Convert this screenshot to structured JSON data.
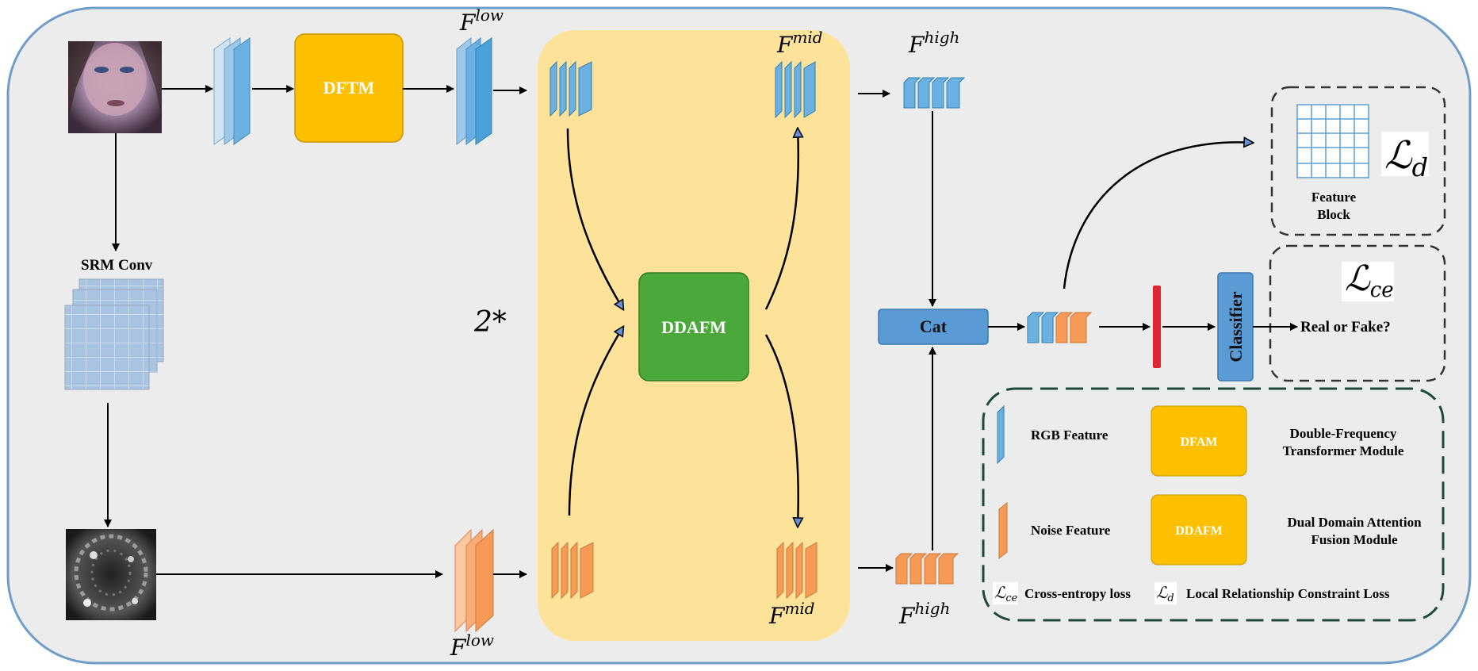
{
  "modules": {
    "dftm": "DFTM",
    "ddafm": "DDAFM",
    "cat": "Cat",
    "classifier": "Classifier"
  },
  "labels": {
    "srm_conv": "SRM Conv",
    "repeat": "2*",
    "real_or_fake": "Real or Fake?",
    "feature_block_line1": "Feature",
    "feature_block_line2": "Block"
  },
  "features": {
    "F_base": "F",
    "low": "low",
    "mid": "mid",
    "high": "high"
  },
  "losses": {
    "L": "ℒ",
    "d": "d",
    "ce": "ce"
  },
  "legend": {
    "rgb_feature": "RGB Feature",
    "noise_feature": "Noise Feature",
    "dfam_box": "DFAM",
    "dfam_desc_1": "Double-Frequency",
    "dfam_desc_2": "Transformer Module",
    "ddafm_box": "DDAFM",
    "ddafm_desc_1": "Dual Domain Attention",
    "ddafm_desc_2": "Fusion Module",
    "ce_text": "Cross-entropy loss",
    "d_text": "Local Relationship Constraint Loss"
  },
  "colors": {
    "background": "#ececec",
    "frame": "#6f9cc8",
    "rgb_blue": "#6ab0e0",
    "noise_orange": "#f79a55",
    "dftm_yellow": "#fcc000",
    "ddafm_green": "#4aa93a",
    "panel_yellow": "#fde39a",
    "cat_blue": "#5b9bd5",
    "red_bar": "#e0262e",
    "legend_border": "#1e4a3c"
  }
}
